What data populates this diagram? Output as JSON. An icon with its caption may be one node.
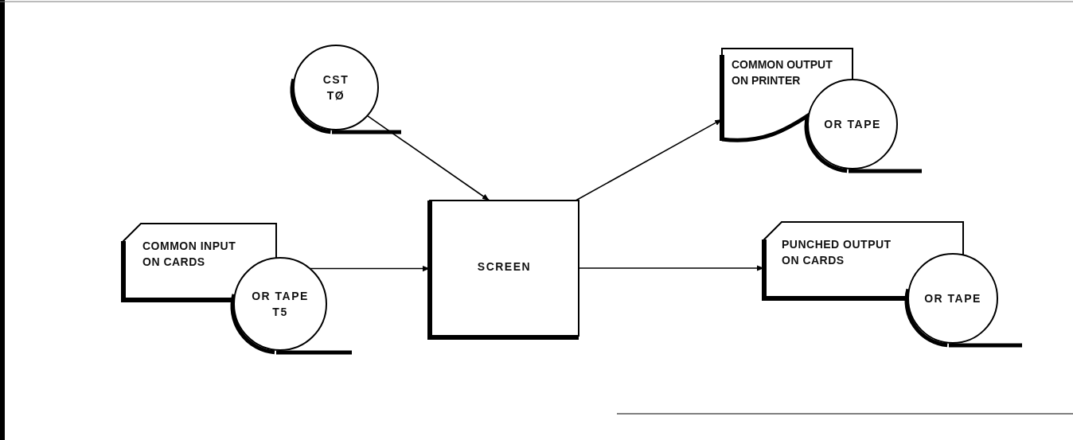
{
  "diagram": {
    "nodes": [
      {
        "text": [
          "CST TØ"
        ]
      },
      {
        "text": [
          "COMMON OUTPUT ON PRINTER"
        ]
      },
      {
        "text": [
          "OR TAPE"
        ]
      },
      {
        "text": [
          "COMMON INPUT ON CARDS"
        ]
      },
      {
        "text": [
          "OR TAPE T5"
        ]
      },
      {
        "text": [
          "SCREEN"
        ]
      },
      {
        "text": [
          "PUNCHED OUTPUT ON CARDS"
        ]
      },
      {
        "text": [
          "OR TAPE"
        ]
      }
    ],
    "edges": [
      {
        "from": 0,
        "to": 5,
        "arrow": "to"
      },
      {
        "from": 5,
        "to": 1,
        "arrow": "to"
      },
      {
        "from": 4,
        "to": 5,
        "arrow": "to"
      },
      {
        "from": 5,
        "to": 6,
        "arrow": "to"
      }
    ]
  }
}
